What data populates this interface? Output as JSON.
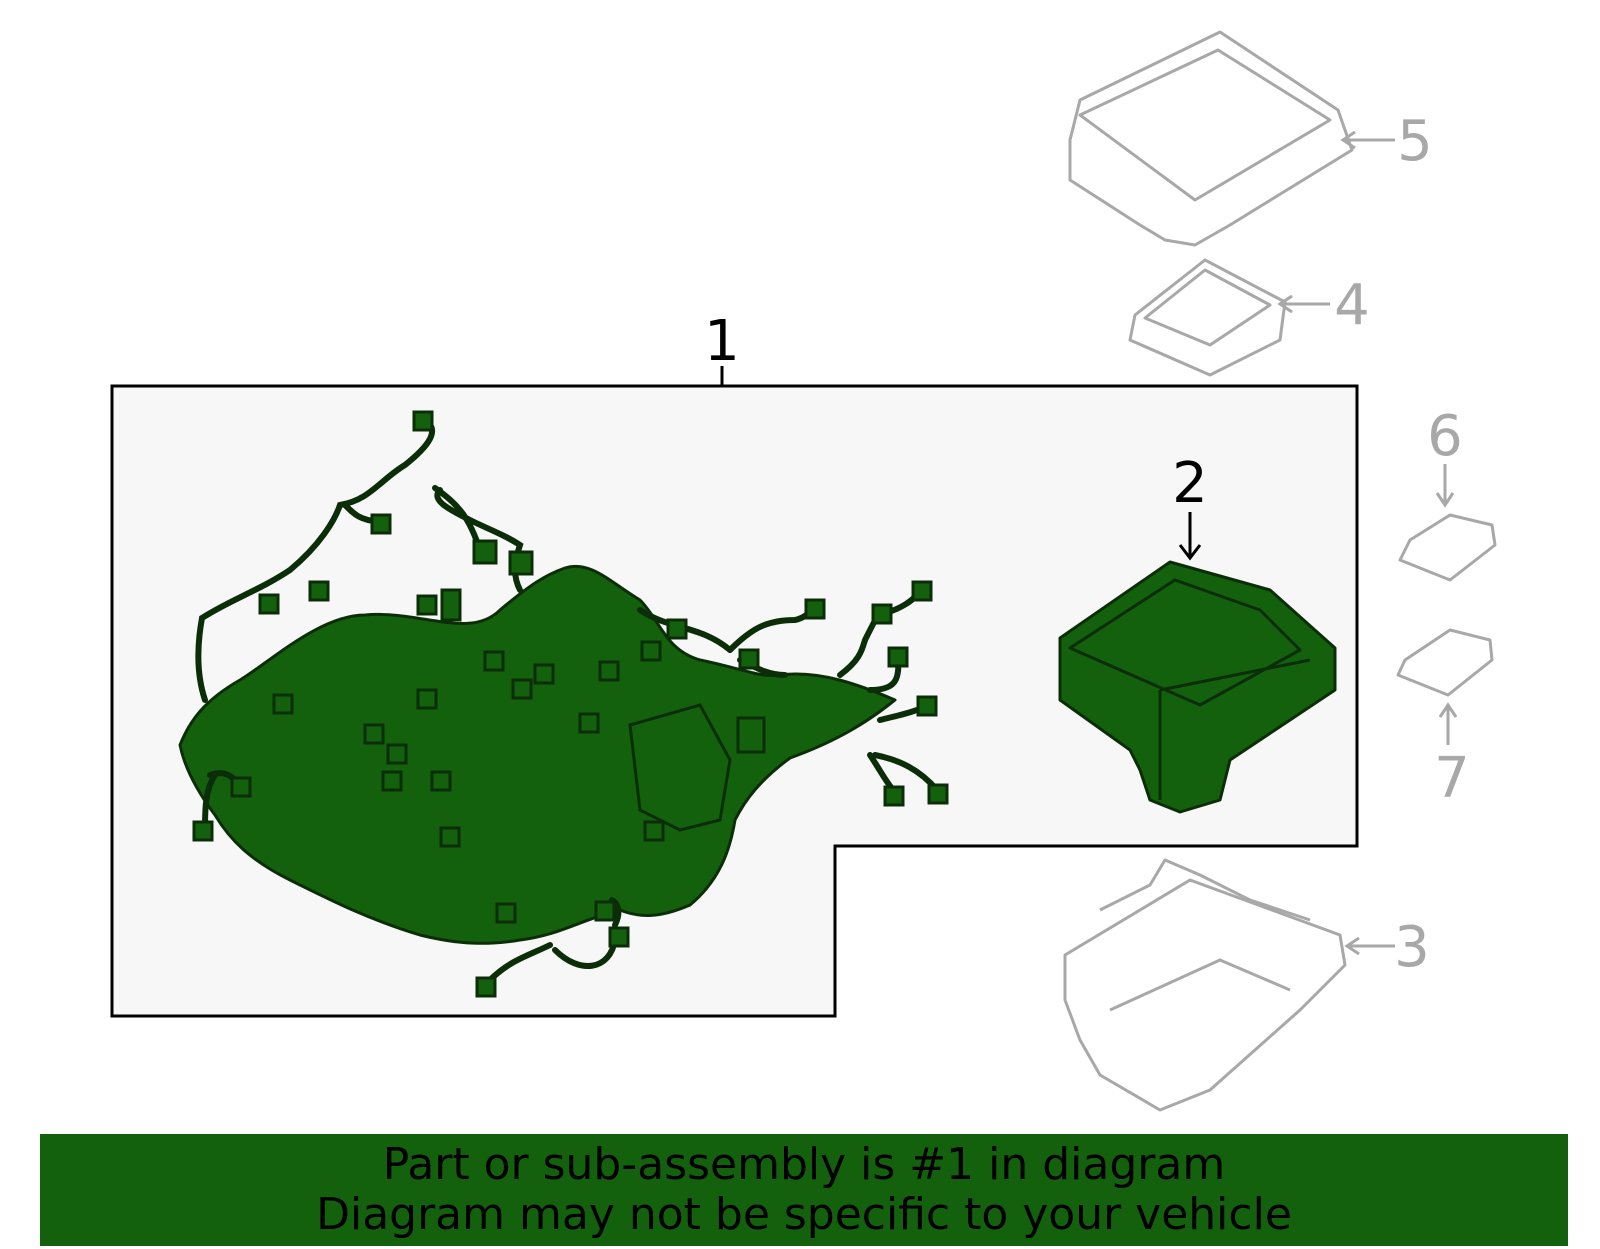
{
  "colors": {
    "highlight_fill": "#13600d",
    "highlight_stroke": "#0b2e08",
    "highlight_panel_bg": "#f7f7f7",
    "ghost_part_stroke": "#a8a8a8",
    "banner_bg": "#13600d"
  },
  "callouts": {
    "c1": "1",
    "c2": "2",
    "c3": "3",
    "c4": "4",
    "c5": "5",
    "c6": "6",
    "c7": "7"
  },
  "banner": {
    "line1": "Part or sub-assembly is #1 in diagram",
    "line2": "Diagram may not be specific to your vehicle"
  }
}
